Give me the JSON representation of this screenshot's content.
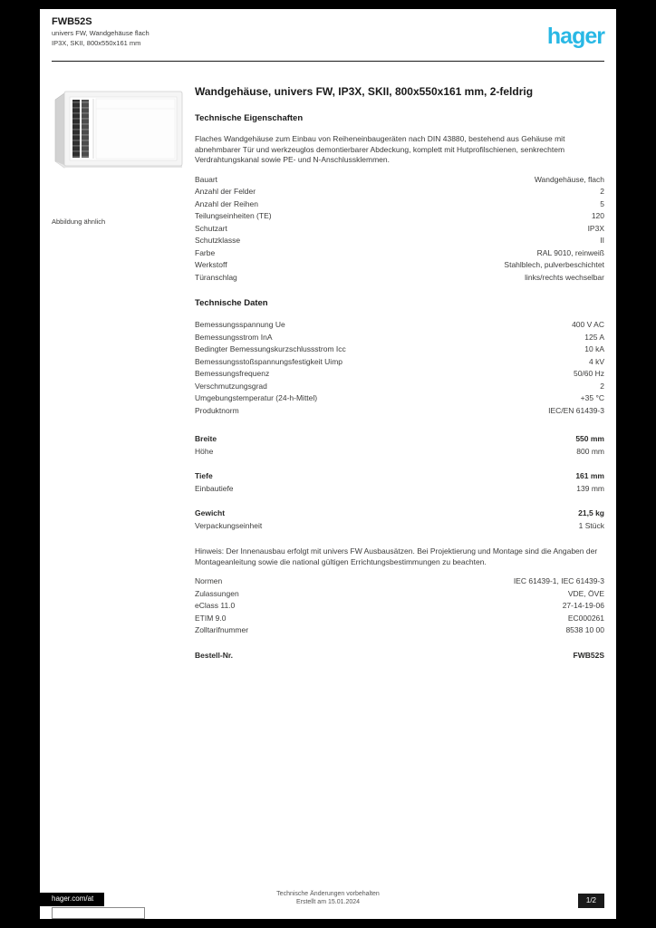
{
  "header": {
    "product_code": "FWB52S",
    "product_line1": "univers FW, Wandgehäuse flach",
    "product_line2": "IP3X, SKII, 800x550x161 mm",
    "logo_text": "hager"
  },
  "colors": {
    "brand": "#29b8e5",
    "text": "#3c3c3b"
  },
  "product": {
    "title": "Wandgehäuse, univers FW, IP3X, SKII, 800x550x161 mm, 2-feldrig",
    "intro_heading": "Technische Eigenschaften",
    "image_caption": "Abbildung ähnlich"
  },
  "sections": {
    "s1": {
      "paragraph": "Flaches Wandgehäuse zum Einbau von Reiheneinbaugeräten nach DIN 43880, bestehend aus Gehäuse mit abnehmbarer Tür und werkzeuglos demontierbarer Abdeckung, komplett mit Hutprofilschienen, senkrechtem Verdrahtungskanal sowie PE- und N-Anschlussklemmen.",
      "rows": [
        {
          "label": "Bauart",
          "value": "Wandgehäuse, flach"
        },
        {
          "label": "Anzahl der Felder",
          "value": "2"
        },
        {
          "label": "Anzahl der Reihen",
          "value": "5"
        },
        {
          "label": "Teilungseinheiten (TE)",
          "value": "120"
        },
        {
          "label": "Schutzart",
          "value": "IP3X"
        },
        {
          "label": "Schutzklasse",
          "value": "II"
        },
        {
          "label": "Farbe",
          "value": "RAL 9010, reinweiß"
        },
        {
          "label": "Werkstoff",
          "value": "Stahlblech, pulverbeschichtet"
        },
        {
          "label": "Türanschlag",
          "value": "links/rechts wechselbar"
        }
      ]
    },
    "s2": {
      "heading": "Technische Daten",
      "rows": [
        {
          "label": "Bemessungsspannung Ue",
          "value": "400 V AC"
        },
        {
          "label": "Bemessungsstrom InA",
          "value": "125 A"
        },
        {
          "label": "Bedingter Bemessungskurzschlussstrom Icc",
          "value": "10 kA"
        },
        {
          "label": "Bemessungsstoßspannungsfestigkeit Uimp",
          "value": "4 kV"
        },
        {
          "label": "Bemessungsfrequenz",
          "value": "50/60 Hz"
        },
        {
          "label": "Verschmutzungsgrad",
          "value": "2"
        },
        {
          "label": "Umgebungstemperatur (24-h-Mittel)",
          "value": "+35 °C"
        },
        {
          "label": "Produktnorm",
          "value": "IEC/EN 61439-3"
        }
      ]
    },
    "s3": {
      "rows": [
        {
          "label": "Breite",
          "value": "550 mm"
        },
        {
          "label": "Höhe",
          "value": "800 mm"
        },
        {
          "label": "Tiefe",
          "value": "161 mm"
        },
        {
          "label": "Einbautiefe",
          "value": "139 mm"
        },
        {
          "label": "Gewicht",
          "value": "21,5 kg"
        },
        {
          "label": "Verpackungseinheit",
          "value": "1 Stück"
        }
      ]
    },
    "s4": {
      "paragraph": "Hinweis: Der Innenausbau erfolgt mit univers FW Ausbausätzen. Bei Projektierung und Montage sind die Angaben der Montageanleitung sowie die national gültigen Errichtungsbestimmungen zu beachten.",
      "rows": [
        {
          "label": "Normen",
          "value": "IEC 61439-1, IEC 61439-3"
        },
        {
          "label": "Zulassungen",
          "value": "VDE, ÖVE"
        },
        {
          "label": "eClass 11.0",
          "value": "27-14-19-06"
        },
        {
          "label": "ETIM 9.0",
          "value": "EC000261"
        },
        {
          "label": "Zolltarifnummer",
          "value": "8538 10 00"
        }
      ],
      "final_row": {
        "label": "Bestell-Nr.",
        "value": "FWB52S"
      }
    }
  },
  "footer": {
    "site": "hager.com/at",
    "note1": "Technische Änderungen vorbehalten",
    "note2": "Erstellt am 15.01.2024",
    "page": "1/2"
  }
}
